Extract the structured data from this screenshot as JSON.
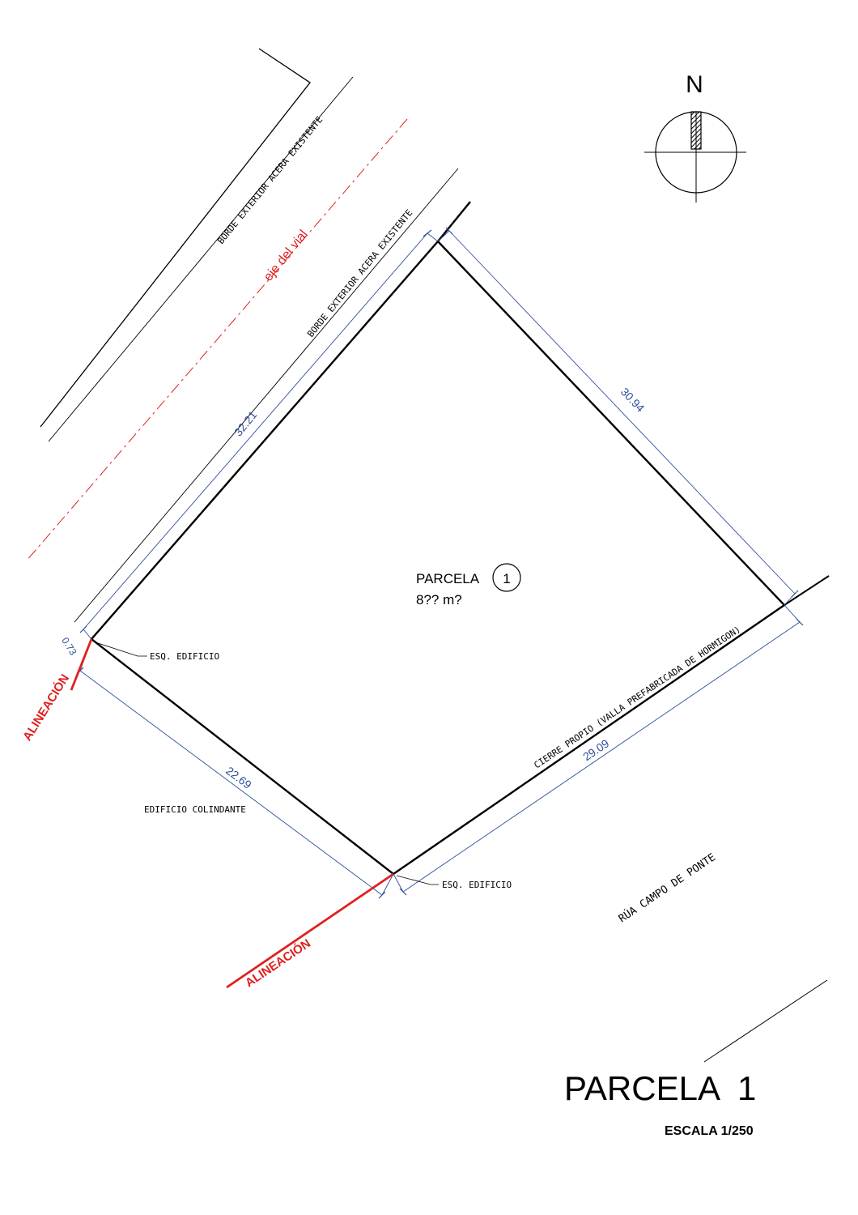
{
  "sheet": {
    "title": "PARCELA  1",
    "scale": "ESCALA 1/250"
  },
  "north_arrow": {
    "letter": "N"
  },
  "parcel": {
    "label": "PARCELA",
    "number": "1",
    "area": "8?? m?"
  },
  "streets": {
    "outer_sidewalk": "BORDE EXTERIOR ACERA EXISTENTE",
    "axis": "eje del vial",
    "inner_sidewalk": "BORDE EXTERIOR ACERA EXISTENTE",
    "fence": "CIERRE PROPIO (VALLA PREFABRICADA DE HORMIGON)",
    "road_name": "RÚA CAMPO DE PONTE"
  },
  "dimensions": {
    "northwest": "32.21",
    "northeast": "30.94",
    "southeast": "29.09",
    "southwest": "22.69",
    "offset": "0.73"
  },
  "annotations": {
    "corner_top": "ESQ. EDIFICIO",
    "corner_bottom": "ESQ. EDIFICIO",
    "neighbor": "EDIFICIO COLINDANTE",
    "alignment_top": "ALINEACIÓN",
    "alignment_bottom": "ALINEACIÓN"
  },
  "colors": {
    "ink": "#000000",
    "dimension": "#2f4f9a",
    "alignment": "#e0201f"
  }
}
